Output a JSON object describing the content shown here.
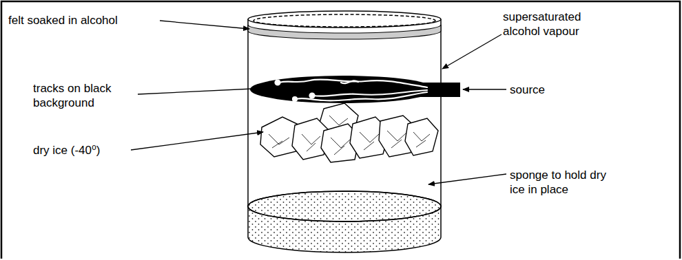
{
  "diagram": {
    "labels": [
      "felt soaked in alcohol",
      "supersaturated alcohol vapour",
      "tracks on black background",
      "source",
      "dry ice (-40⁰)",
      "sponge to hold dry ice in place"
    ]
  }
}
